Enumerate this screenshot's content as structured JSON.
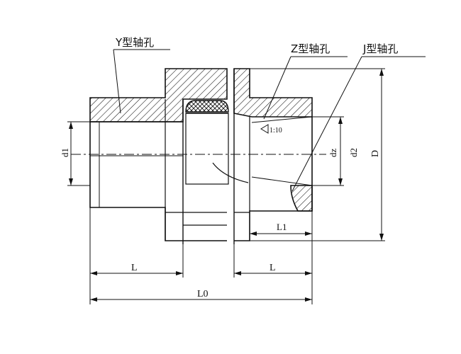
{
  "labels": {
    "y_bore": "Y型轴孔",
    "z_bore": "Z型轴孔",
    "j_bore": "J型轴孔"
  },
  "dimensions": {
    "d1": "d1",
    "dz": "dz",
    "d2": "d2",
    "D": "D",
    "L_left": "L",
    "L_right": "L",
    "L1": "L1",
    "L0": "L0",
    "taper": "1:10"
  },
  "colors": {
    "line": "#111111",
    "background": "#ffffff"
  }
}
